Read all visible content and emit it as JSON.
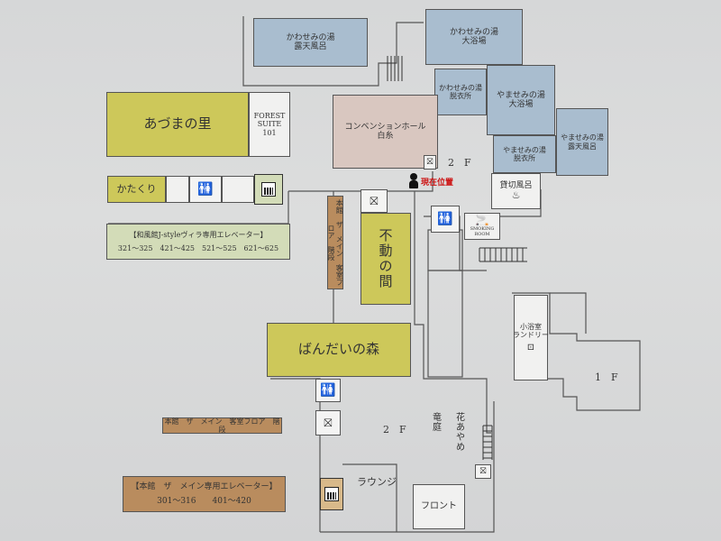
{
  "map": {
    "kawasemi_roten": "かわせみの湯\n露天風呂",
    "kawasemi_daiyokujo": "かわせみの湯\n大浴場",
    "kawasemi_datsuijo": "かわせみの湯\n脱衣所",
    "yamasemi_daiyokujo": "やませみの湯\n大浴場",
    "yamasemi_datsuijo": "やませみの湯\n脱衣所",
    "yamasemi_roten": "やませみの湯\n露天風呂",
    "convention_hall": "コンベンションホール\n白糸",
    "azuma_no_sato": "あづまの里",
    "forest_suite": "FOREST\nSUITE\n101",
    "katakuri": "かたくり",
    "fudo_no_ma": "不\n動\nの\n間",
    "bandai_no_mori": "ばんだいの森",
    "kashikiri_buro": "貸切風呂",
    "ryotei": "竜\n庭",
    "hana_ayame": "花\nあ\nや\nめ",
    "lounge": "ラウンジ",
    "front": "フロント",
    "floor_2f_upper": "2　F",
    "floor_2f_lower": "2　F",
    "floor_1f": "1　F",
    "here_label": "現在位置",
    "smoking_label": "SMOKING ROOM",
    "kozu_lounge": "小浴室\nランドリー",
    "villa_elevator": {
      "title": "【和風館J-styleヴィラ専用エレベーター】",
      "rooms": "321～325　421～425　521～525　621～625"
    },
    "main_elevator": {
      "title": "【本館　ザ　メイン専用エレベーター】",
      "rooms": "301～316　　401～420"
    },
    "stair_sign_upper": "本館　ザ　メイン　客室フロア　階段",
    "stair_sign_lower": "本館　ザ　メイン　客室フロア　階段"
  },
  "colors": {
    "bath": "#a9bdcf",
    "hall": "#cdc85a",
    "convention": "#d9c7c0",
    "elevator_sign": "#d3dcb8",
    "stair_sign": "#b98c5e",
    "here": "#cc1111"
  }
}
